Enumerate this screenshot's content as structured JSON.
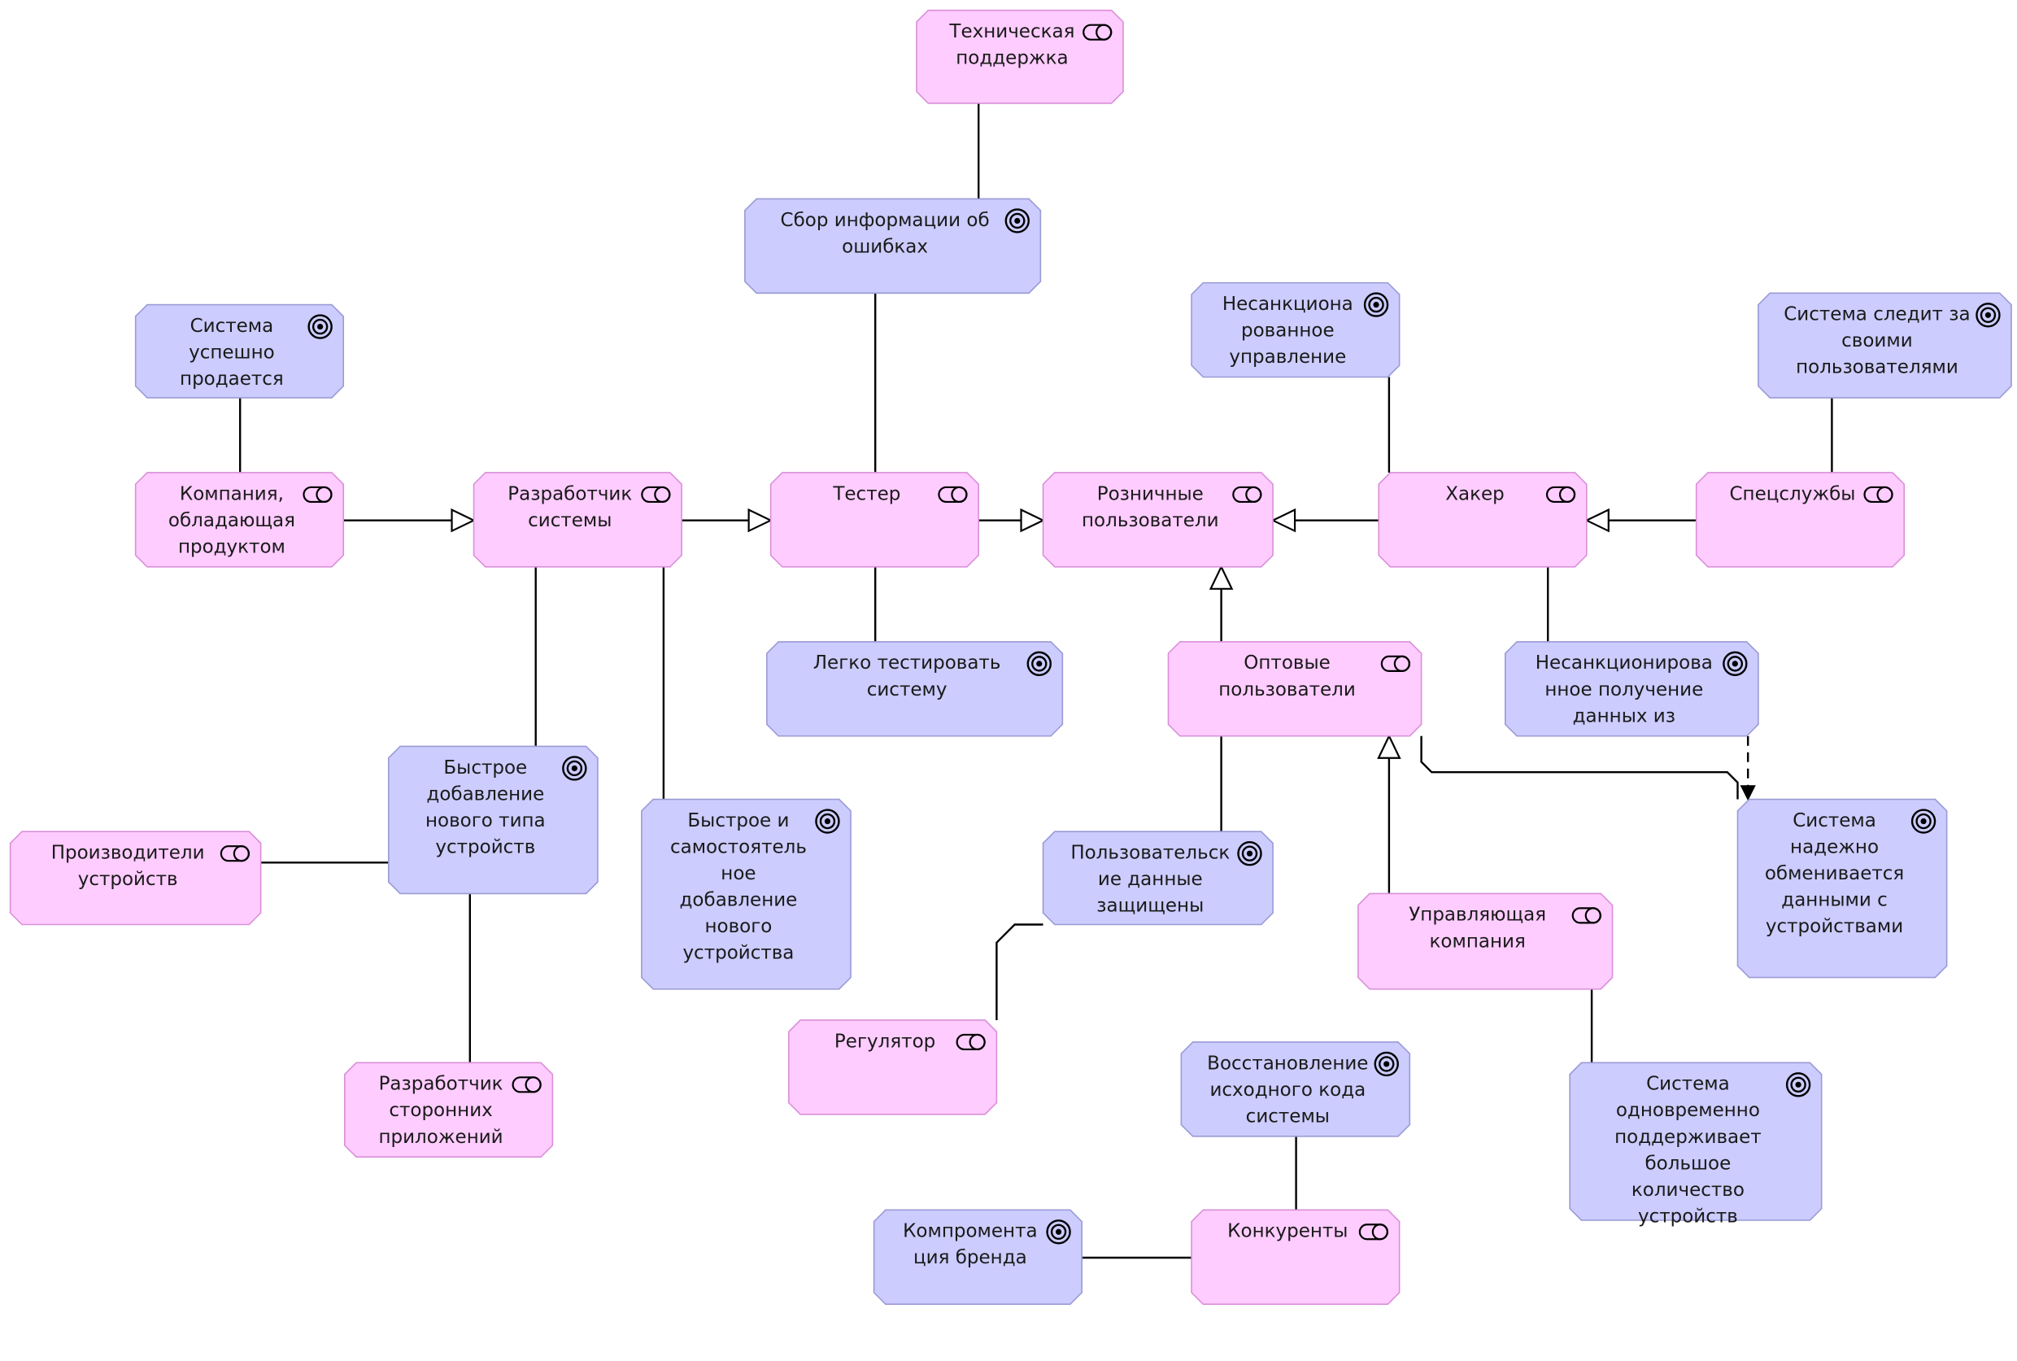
{
  "colors": {
    "stakeholder_fill": "#ffccff",
    "stakeholder_stroke": "#d98fd9",
    "goal_fill": "#ccccff",
    "goal_stroke": "#9a9ad6",
    "line": "#000000"
  },
  "nodes": [
    {
      "id": "tech-support",
      "kind": "stakeholder",
      "icon": "stakeholder-icon",
      "lines": [
        "Техническая",
        "поддержка"
      ]
    },
    {
      "id": "bug-collection",
      "kind": "goal",
      "icon": "goal-target-icon",
      "lines": [
        "Сбор информации об",
        "ошибках"
      ]
    },
    {
      "id": "system-sells",
      "kind": "goal",
      "icon": "goal-target-icon",
      "lines": [
        "Система",
        "успешно",
        "продается"
      ]
    },
    {
      "id": "company-owner",
      "kind": "stakeholder",
      "icon": "stakeholder-icon",
      "lines": [
        "Компания,",
        "обладающая",
        "продуктом"
      ]
    },
    {
      "id": "system-developer",
      "kind": "stakeholder",
      "icon": "stakeholder-icon",
      "lines": [
        "Разработчик",
        "системы"
      ]
    },
    {
      "id": "tester",
      "kind": "stakeholder",
      "icon": "stakeholder-icon",
      "lines": [
        "Тестер"
      ]
    },
    {
      "id": "retail-users",
      "kind": "stakeholder",
      "icon": "stakeholder-icon",
      "lines": [
        "Розничные",
        "пользователи"
      ]
    },
    {
      "id": "hacker",
      "kind": "stakeholder",
      "icon": "stakeholder-icon",
      "lines": [
        "Хакер"
      ]
    },
    {
      "id": "special-services",
      "kind": "stakeholder",
      "icon": "stakeholder-icon",
      "lines": [
        "Спецслужбы"
      ]
    },
    {
      "id": "unauthorized-control",
      "kind": "goal",
      "icon": "goal-target-icon",
      "lines": [
        "Несанкциона",
        "рованное",
        "управление"
      ]
    },
    {
      "id": "system-tracks-users",
      "kind": "goal",
      "icon": "goal-target-icon",
      "lines": [
        "Система следит за",
        "своими",
        "пользователями"
      ]
    },
    {
      "id": "easy-testing",
      "kind": "goal",
      "icon": "goal-target-icon",
      "lines": [
        "Легко тестировать",
        "систему"
      ]
    },
    {
      "id": "wholesale-users",
      "kind": "stakeholder",
      "icon": "stakeholder-icon",
      "lines": [
        "Оптовые",
        "пользователи"
      ]
    },
    {
      "id": "unauthorized-data",
      "kind": "goal",
      "icon": "goal-target-icon",
      "lines": [
        "Несанкционирова",
        "нное получение",
        "данных из"
      ]
    },
    {
      "id": "fast-device-type",
      "kind": "goal",
      "icon": "goal-target-icon",
      "lines": [
        "Быстрое",
        "добавление",
        "нового типа",
        "устройств"
      ]
    },
    {
      "id": "fast-self-device",
      "kind": "goal",
      "icon": "goal-target-icon",
      "lines": [
        "Быстрое и",
        "самостоятель",
        "ное",
        "добавление",
        "нового",
        "устройства"
      ]
    },
    {
      "id": "device-makers",
      "kind": "stakeholder",
      "icon": "stakeholder-icon",
      "lines": [
        "Производители",
        "устройств"
      ]
    },
    {
      "id": "user-data-protected",
      "kind": "goal",
      "icon": "goal-target-icon",
      "lines": [
        "Пользовательск",
        "ие данные",
        "защищены"
      ]
    },
    {
      "id": "reliable-exchange",
      "kind": "goal",
      "icon": "goal-target-icon",
      "lines": [
        "Система",
        "надежно",
        "обменивается",
        "данными с",
        "устройствами"
      ]
    },
    {
      "id": "managing-company",
      "kind": "stakeholder",
      "icon": "stakeholder-icon",
      "lines": [
        "Управляющая",
        "компания"
      ]
    },
    {
      "id": "regulator",
      "kind": "stakeholder",
      "icon": "stakeholder-icon",
      "lines": [
        "Регулятор"
      ]
    },
    {
      "id": "third-party-dev",
      "kind": "stakeholder",
      "icon": "stakeholder-icon",
      "lines": [
        "Разработчик",
        "сторонних",
        "приложений"
      ]
    },
    {
      "id": "source-recovery",
      "kind": "goal",
      "icon": "goal-target-icon",
      "lines": [
        "Восстановление",
        "исходного кода",
        "системы"
      ]
    },
    {
      "id": "many-devices",
      "kind": "goal",
      "icon": "goal-target-icon",
      "lines": [
        "Система",
        "одновременно",
        "поддерживает",
        "большое",
        "количество",
        "устройств"
      ]
    },
    {
      "id": "competitors",
      "kind": "stakeholder",
      "icon": "stakeholder-icon",
      "lines": [
        "Конкуренты"
      ]
    },
    {
      "id": "brand-damage",
      "kind": "goal",
      "icon": "goal-target-icon",
      "lines": [
        "Компромента",
        "ция бренда"
      ]
    }
  ],
  "edges": [
    {
      "from": "tech-support",
      "to": "bug-collection",
      "type": "association"
    },
    {
      "from": "bug-collection",
      "to": "tester",
      "type": "association"
    },
    {
      "from": "system-sells",
      "to": "company-owner",
      "type": "association"
    },
    {
      "from": "company-owner",
      "to": "system-developer",
      "type": "specialization"
    },
    {
      "from": "system-developer",
      "to": "tester",
      "type": "specialization"
    },
    {
      "from": "tester",
      "to": "retail-users",
      "type": "specialization"
    },
    {
      "from": "hacker",
      "to": "retail-users",
      "type": "specialization"
    },
    {
      "from": "special-services",
      "to": "hacker",
      "type": "specialization"
    },
    {
      "from": "unauthorized-control",
      "to": "hacker",
      "type": "association"
    },
    {
      "from": "system-tracks-users",
      "to": "special-services",
      "type": "association"
    },
    {
      "from": "tester",
      "to": "easy-testing",
      "type": "association"
    },
    {
      "from": "wholesale-users",
      "to": "retail-users",
      "type": "specialization"
    },
    {
      "from": "hacker",
      "to": "unauthorized-data",
      "type": "association"
    },
    {
      "from": "unauthorized-data",
      "to": "reliable-exchange",
      "type": "influence"
    },
    {
      "from": "wholesale-users",
      "to": "reliable-exchange",
      "type": "association"
    },
    {
      "from": "system-developer",
      "to": "fast-device-type",
      "type": "association"
    },
    {
      "from": "system-developer",
      "to": "fast-self-device",
      "type": "association"
    },
    {
      "from": "device-makers",
      "to": "fast-device-type",
      "type": "association"
    },
    {
      "from": "fast-device-type",
      "to": "third-party-dev",
      "type": "association"
    },
    {
      "from": "wholesale-users",
      "to": "user-data-protected",
      "type": "association"
    },
    {
      "from": "user-data-protected",
      "to": "regulator",
      "type": "association"
    },
    {
      "from": "managing-company",
      "to": "wholesale-users",
      "type": "specialization"
    },
    {
      "from": "managing-company",
      "to": "many-devices",
      "type": "association"
    },
    {
      "from": "source-recovery",
      "to": "competitors",
      "type": "association"
    },
    {
      "from": "brand-damage",
      "to": "competitors",
      "type": "association"
    }
  ]
}
